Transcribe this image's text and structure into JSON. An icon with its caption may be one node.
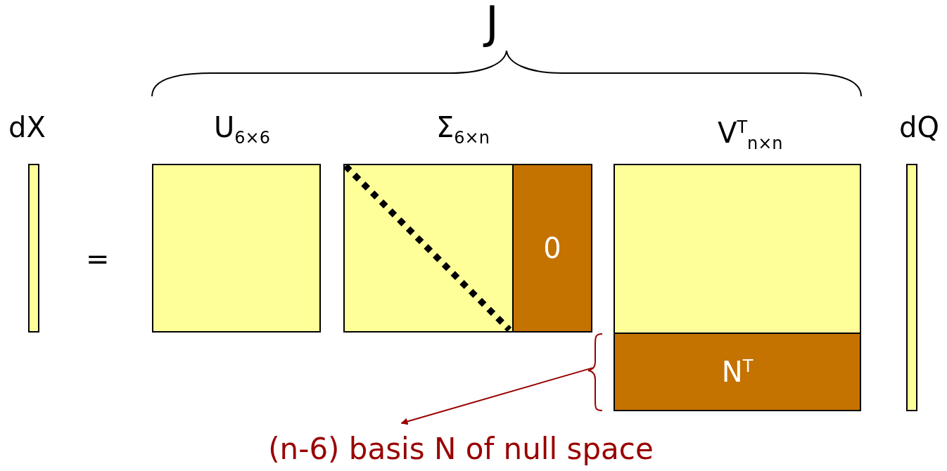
{
  "diagram": {
    "nodes": [
      {
        "text": [
          "dX"
        ]
      },
      {
        "text": [
          "U$_{6×6}$"
        ]
      },
      {
        "text": [
          "Σ$_{6×n}$"
        ]
      },
      {
        "text": [
          "0"
        ],
        "in": 2
      },
      {
        "text": [
          "V$^{T}$$_{n×n}$"
        ]
      },
      {
        "text": [
          "N$^{T}$"
        ],
        "in": 4
      },
      {
        "text": [
          "dQ"
        ]
      },
      {
        "text": [
          "(n-6) basis N of null space"
        ]
      }
    ],
    "edges": [
      {
        "from": 5,
        "to": 7,
        "arrow": "to",
        "color": "#990000"
      }
    ],
    "labels": [
      "J",
      "="
    ]
  }
}
